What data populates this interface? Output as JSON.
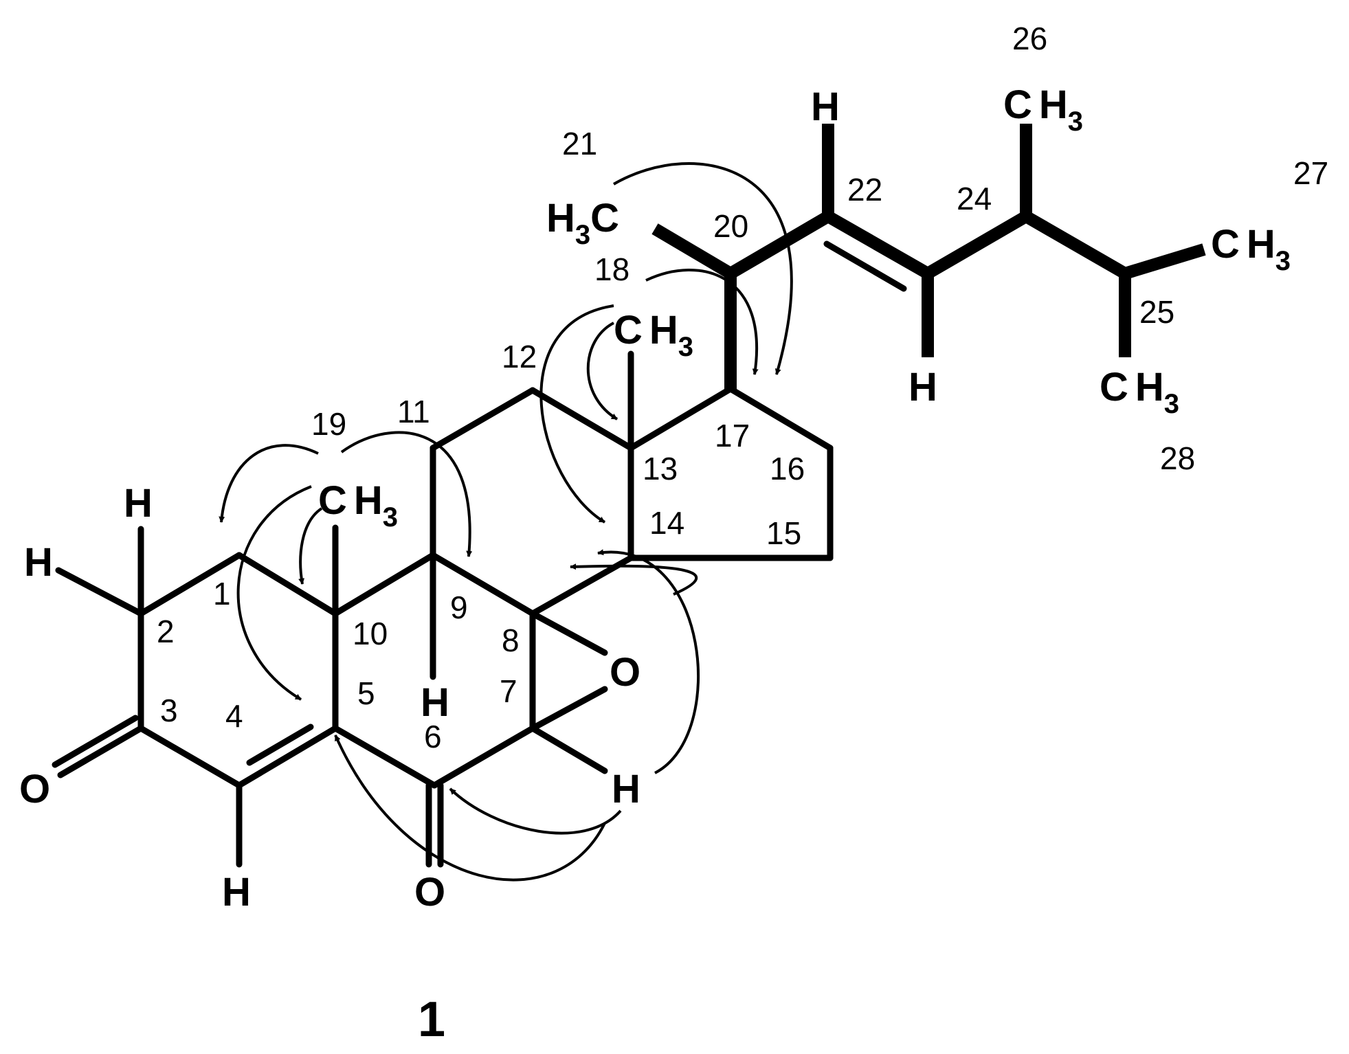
{
  "compound_label": "1",
  "atom_labels": {
    "h_2a": "H",
    "h_2b": "H",
    "h_4": "H",
    "h_9": "H",
    "h_7": "H",
    "h_22": "H",
    "h_23": "H",
    "o_3": "O",
    "o_6": "O",
    "o_epoxide": "O",
    "c19_c": "C",
    "c19_h": "H",
    "c19_sub": "3",
    "c18_c": "C",
    "c18_h": "H",
    "c18_sub": "3",
    "c21_h": "H",
    "c21_sub": "3",
    "c21_c": "C",
    "c26_c": "C",
    "c26_h": "H",
    "c26_sub": "3",
    "c27_c": "C",
    "c27_h": "H",
    "c27_sub": "3",
    "c28_c": "C",
    "c28_h": "H",
    "c28_sub": "3"
  },
  "numbering": [
    "1",
    "2",
    "3",
    "4",
    "5",
    "6",
    "7",
    "8",
    "9",
    "10",
    "11",
    "12",
    "13",
    "14",
    "15",
    "16",
    "17",
    "18",
    "19",
    "20",
    "21",
    "22",
    "24",
    "25",
    "26",
    "27",
    "28"
  ]
}
